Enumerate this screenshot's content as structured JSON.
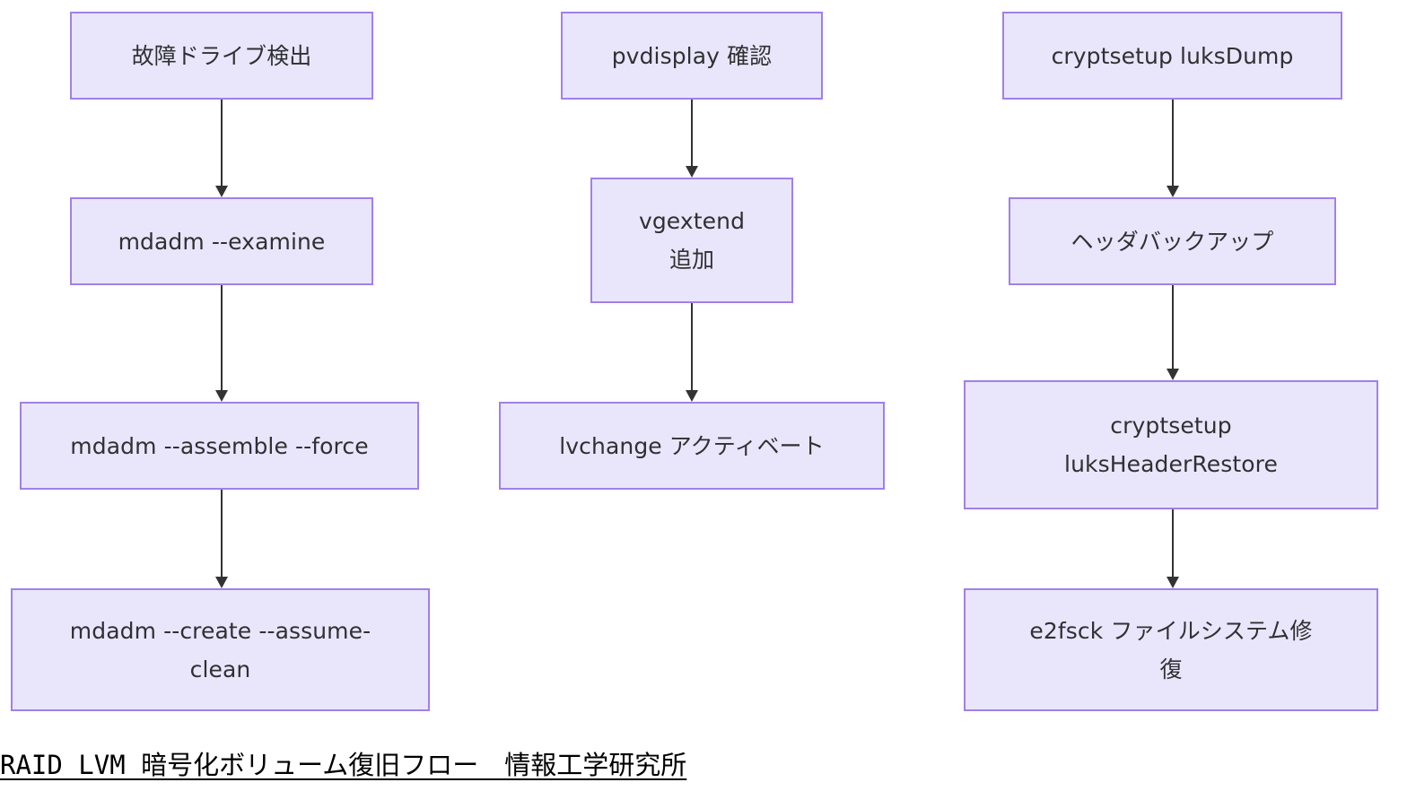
{
  "diagram": {
    "type": "flowchart",
    "orientation": "three-parallel-vertical-chains",
    "node_fill_color": "#e9e6fb",
    "node_border_color": "#a180e8",
    "node_text_color": "#2f3033",
    "arrow_color": "#333333",
    "background_color": "#ffffff",
    "columns": [
      {
        "id": "raid-column",
        "nodes": [
          {
            "id": "raid-1",
            "label": "故障ドライブ検出"
          },
          {
            "id": "raid-2",
            "label": "mdadm --examine"
          },
          {
            "id": "raid-3",
            "label": "mdadm --assemble --force"
          },
          {
            "id": "raid-4",
            "label": "mdadm --create --assume-\nclean"
          }
        ]
      },
      {
        "id": "lvm-column",
        "nodes": [
          {
            "id": "lvm-1",
            "label": "pvdisplay 確認"
          },
          {
            "id": "lvm-2",
            "label": "vgextend\n追加"
          },
          {
            "id": "lvm-3",
            "label": "lvchange アクティベート"
          }
        ]
      },
      {
        "id": "luks-column",
        "nodes": [
          {
            "id": "luks-1",
            "label": "cryptsetup luksDump"
          },
          {
            "id": "luks-2",
            "label": "ヘッダバックアップ"
          },
          {
            "id": "luks-3",
            "label": "cryptsetup\nluksHeaderRestore"
          },
          {
            "id": "luks-4",
            "label": "e2fsck ファイルシステム修\n復"
          }
        ]
      }
    ],
    "edges": [
      {
        "from": "raid-1",
        "to": "raid-2"
      },
      {
        "from": "raid-2",
        "to": "raid-3"
      },
      {
        "from": "raid-3",
        "to": "raid-4"
      },
      {
        "from": "lvm-1",
        "to": "lvm-2"
      },
      {
        "from": "lvm-2",
        "to": "lvm-3"
      },
      {
        "from": "luks-1",
        "to": "luks-2"
      },
      {
        "from": "luks-2",
        "to": "luks-3"
      },
      {
        "from": "luks-3",
        "to": "luks-4"
      }
    ]
  },
  "caption": {
    "text": "RAID LVM 暗号化ボリューム復旧フロー　情報工学研究所"
  }
}
